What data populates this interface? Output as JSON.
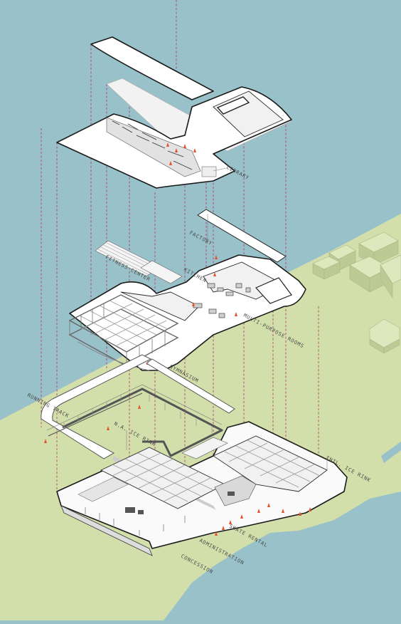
{
  "labels": {
    "library": "LIBRARY",
    "factory": "FACTORY",
    "fitness_center": "FITNESS CENTER",
    "kitchen": "KITCHEN",
    "multi_purpose_rooms": "MULTI-PURPOSE ROOMS",
    "gymnasium": "GYMNASIUM",
    "running_track": "RUNNING TRACK",
    "na_ice_rink": "N.A. ICE RINK",
    "intl_ice_rink": "INTL. ICE RINK",
    "skate_rental": "SKATE RENTAL",
    "administration": "ADMINISTRATION",
    "concession": "CONCESSION"
  },
  "colors": {
    "water": "#98c1c9",
    "land": "#d3dfaa",
    "guide_lines": "#b0306a",
    "accent_arrows": "#e2542a"
  }
}
